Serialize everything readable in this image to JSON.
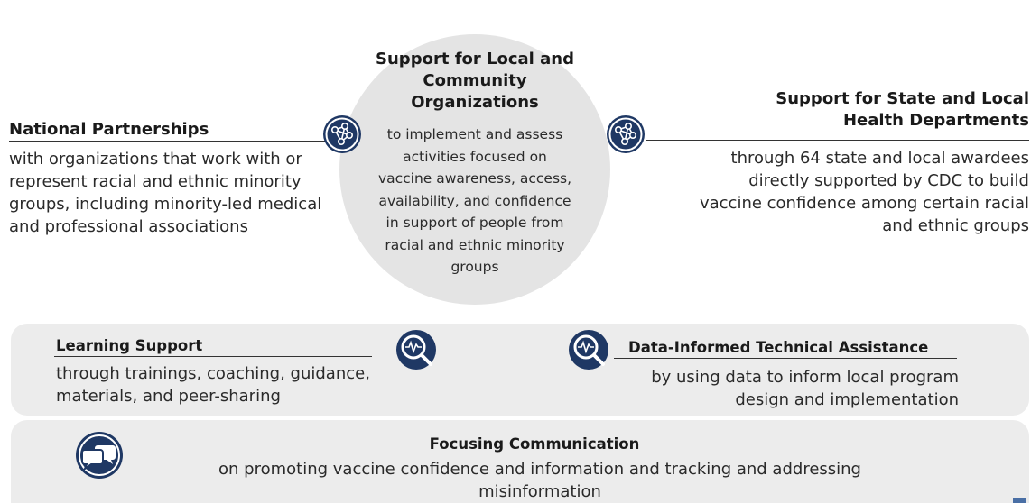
{
  "national": {
    "title": "National Partnerships",
    "body": "with organizations that work with or represent racial and ethnic minority groups, including minority-led medical and professional associations"
  },
  "local_community": {
    "title": "Support for Local and Community Organizations",
    "body": "to implement and assess activities focused on vaccine awareness, access, availability, and confidence in support of people from racial and ethnic minority groups"
  },
  "state_local": {
    "title": "Support for State and Local Health Departments",
    "body": "through 64 state and local awardees directly supported by CDC to build vaccine confidence among certain racial and ethnic groups"
  },
  "learning": {
    "title": "Learning Support",
    "body": "through trainings, coaching, guidance, materials, and peer-sharing"
  },
  "data_informed": {
    "title": "Data-Informed Technical Assistance",
    "body": "by using data to inform local program design and implementation"
  },
  "communication": {
    "title": "Focusing Communication",
    "body": "on promoting vaccine confidence and information and tracking and addressing misinformation"
  },
  "icons": {
    "network_left": "network-icon",
    "network_right": "network-icon",
    "search_left": "magnifier-pulse-icon",
    "search_right": "magnifier-pulse-icon",
    "chat": "chat-bubbles-icon"
  },
  "colors": {
    "icon_navy": "#1f3864",
    "panel_gray": "#ececec",
    "circle_gray": "#e4e4e4"
  }
}
